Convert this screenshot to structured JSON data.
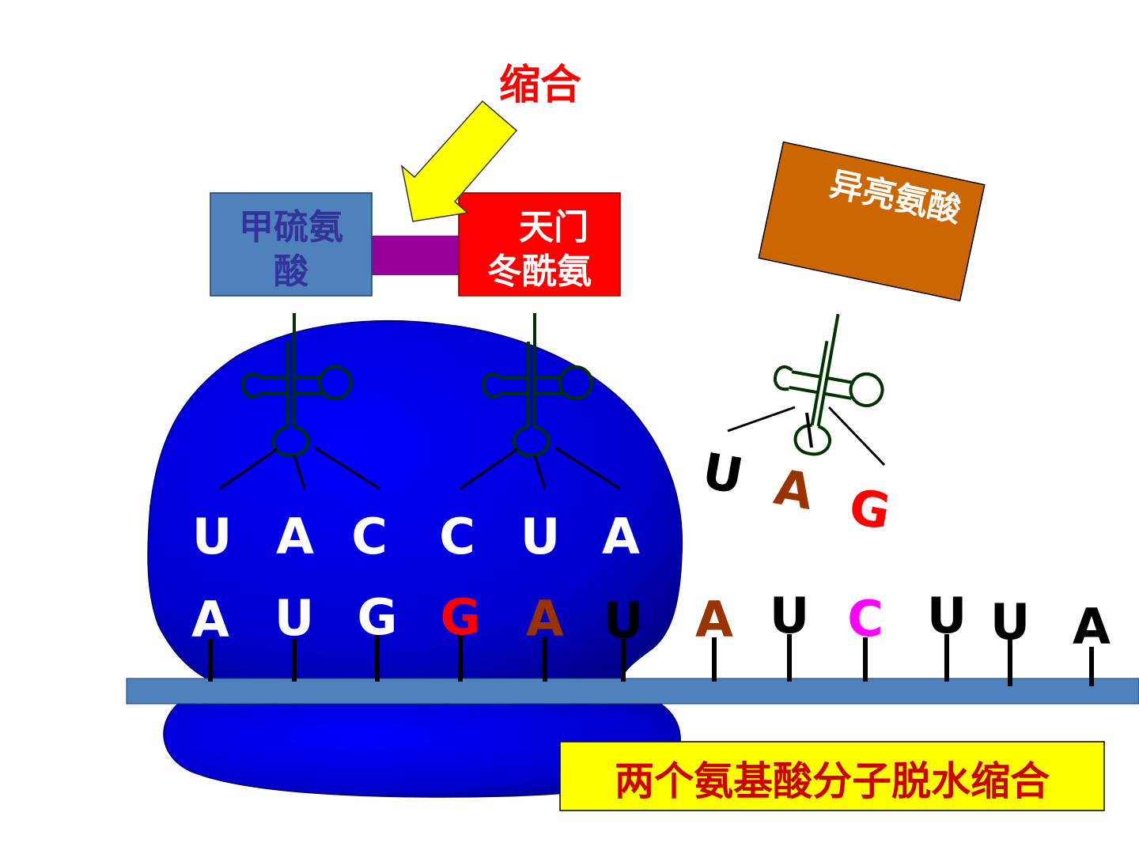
{
  "title": "缩合",
  "caption": "两个氨基酸分子脱水缩合",
  "amino_acids": {
    "methionine": {
      "line1": "甲硫氨",
      "line2": "酸",
      "fill": "#4f81bd",
      "text_color": "#333399"
    },
    "asparagine": {
      "line1": "天门",
      "line2": "冬酰氨",
      "fill": "#ff0000",
      "text_color": "#ffffff"
    },
    "isoleucine": {
      "label": "异亮氨酸",
      "fill": "#cc6600",
      "text_color": "#ffffff"
    }
  },
  "peptide_bond_color": "#990099",
  "arrow_color": "#ffff00",
  "ribosome_color": "#0000cc",
  "mrna_color": "#4f81bd",
  "anticodon_1": [
    "U",
    "A",
    "C"
  ],
  "anticodon_2": [
    "C",
    "U",
    "A"
  ],
  "anticodon_3": [
    {
      "base": "U",
      "color": "#000000"
    },
    {
      "base": "A",
      "color": "#993300"
    },
    {
      "base": "G",
      "color": "#ff0000"
    }
  ],
  "mrna_bases": [
    {
      "base": "A",
      "color": "#ffffff"
    },
    {
      "base": "U",
      "color": "#ffffff"
    },
    {
      "base": "G",
      "color": "#ffffff"
    },
    {
      "base": "G",
      "color": "#ff0000"
    },
    {
      "base": "A",
      "color": "#993300"
    },
    {
      "base": "U",
      "color": "#000000"
    },
    {
      "base": "A",
      "color": "#993300"
    },
    {
      "base": "U",
      "color": "#000000"
    },
    {
      "base": "C",
      "color": "#ff00ff"
    },
    {
      "base": "U",
      "color": "#000000"
    },
    {
      "base": "U",
      "color": "#000000"
    },
    {
      "base": "A",
      "color": "#000000"
    }
  ]
}
